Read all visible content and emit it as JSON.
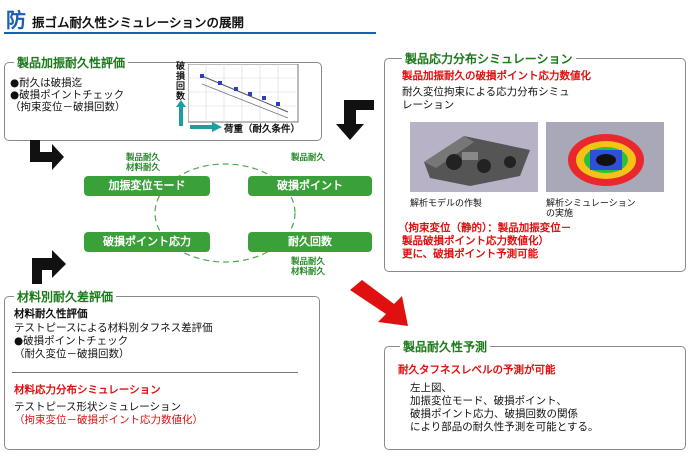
{
  "title": {
    "icon_char": "防",
    "text": "振ゴム耐久性シミュレーションの展開"
  },
  "top_left": {
    "header": "製品加振耐久性評価",
    "line1": "●耐久は破損迄",
    "line2": "●破損ポイントチェック",
    "line3": "（拘束変位－破損回数）",
    "graph_ylabel": "破損回数",
    "graph_xlabel": "荷重（耐久条件）"
  },
  "top_right": {
    "header": "製品応力分布シミュレーション",
    "red_line": "製品加振耐久の破損ポイント応力数値化",
    "desc1": "耐久変位拘束による応力分布シミュ",
    "desc2": "レーション",
    "cap1": "解析モデルの作製",
    "cap2a": "解析シミュレーション",
    "cap2b": "の実施",
    "red2": "（拘束変位（静的）：製品加振変位－",
    "red3": "製品破損ポイント応力数値化）",
    "red4": "更に、破損ポイント予測可能"
  },
  "center": {
    "btn1": "加振変位モード",
    "btn2": "破損ポイント",
    "btn3": "破損ポイント応力",
    "btn4": "耐久回数",
    "lab_tl1": "製品耐久",
    "lab_tl2": "材料耐久",
    "lab_tr1": "製品耐久",
    "lab_tr2": "",
    "lab_br1": "製品耐久",
    "lab_br2": "材料耐久"
  },
  "bottom_left": {
    "header": "材料別耐久差評価",
    "sub1": "材料耐久性評価",
    "l1": "テストピースによる材料別タフネス差評価",
    "l2": "●破損ポイントチェック",
    "l3": "（耐久変位－破損回数）",
    "sub2": "材料応力分布シミュレーション",
    "l4": "テストピース形状シミュレーション",
    "l5": "（拘束変位－破損ポイント応力数値化）"
  },
  "bottom_right": {
    "header": "製品耐久性予測",
    "red": "耐久タフネスレベルの予測が可能",
    "l1": "左上図、",
    "l2": "加振変位モード、破損ポイント、",
    "l3": "破損ポイント応力、破損回数の関係",
    "l4": "により部品の耐久性予測を可能とする。"
  },
  "colors": {
    "green": "#3aa13a",
    "header_green": "#1a7a1a",
    "red": "#e01010",
    "title_blue": "#1a5fb0"
  }
}
